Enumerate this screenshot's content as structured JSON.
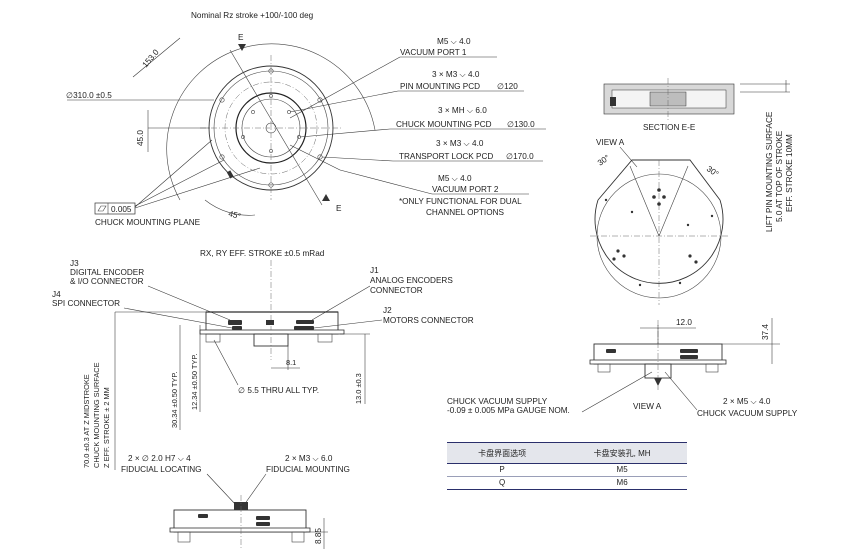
{
  "top_view": {
    "rz_stroke": "Nominal Rz stroke +100/-100 deg",
    "dim_153": "153.0",
    "dim_45": "45.0",
    "dim_310": "∅310.0 ±0.5",
    "angle_45": "45°",
    "flatness_value": "0.005",
    "chuck_plane": "CHUCK MOUNTING PLANE",
    "section_e_top": "E",
    "section_e_bottom": "E",
    "vp1_size": "M5 ⌵ 4.0",
    "vp1_label": "VACUUM PORT 1",
    "pin_size": "3 × M3 ⌵ 4.0",
    "pin_label": "PIN MOUNTING PCD",
    "pin_value": "∅120",
    "chuck_size": "3 × MH ⌵ 6.0",
    "chuck_label": "CHUCK MOUNTING PCD",
    "chuck_value": "∅130.0",
    "lock_size": "3 × M3 ⌵ 4.0",
    "lock_label": "TRANSPORT LOCK PCD",
    "lock_value": "∅170.0",
    "vp2_size": "M5 ⌵ 4.0",
    "vp2_label": "VACUUM PORT 2",
    "vp2_note1": "*ONLY FUNCTIONAL FOR DUAL",
    "vp2_note2": "CHANNEL OPTIONS"
  },
  "section_view": {
    "label": "SECTION E-E"
  },
  "view_a": {
    "label": "VIEW A",
    "angle_left": "30°",
    "angle_right": "30°",
    "lift_line1": "LIFT PIN MOUNTING SURFACE",
    "lift_line2": "5.0 AT TOP OF STROKE",
    "lift_line3": "EFF. STROKE 10MM"
  },
  "side_view": {
    "rxry": "RX, RY EFF. STROKE  ±0.5 mRad",
    "j3_id": "J3",
    "j3_line1": "DIGITAL ENCODER",
    "j3_line2": "& I/O CONNECTOR",
    "j4_id": "J4",
    "j4_label": "SPI CONNECTOR",
    "j1_id": "J1",
    "j1_line1": "ANALOG ENCODERS",
    "j1_line2": "CONNECTOR",
    "j2_id": "J2",
    "j2_label": "MOTORS CONNECTOR",
    "midstroke_line1": "70.0 ±0.3 AT Z MIDSTROKE",
    "midstroke_line2": "CHUCK MOUNTING SURFACE",
    "midstroke_line3": "Z EFF. STROKE ± 2 MM",
    "dim_30_34": "30.34 ±0.50 TYP.",
    "dim_12_34": "12.34 ±0.50 TYP.",
    "dim_8_1": "8.1",
    "dim_13": "13.0 ±0.3",
    "thru_hole": "∅ 5.5 THRU ALL TYP."
  },
  "right_side_view": {
    "dim_12": "12.0",
    "dim_37_4": "37.4",
    "supply_line1": "CHUCK VACUUM SUPPLY",
    "supply_line2": "-0.09 ± 0.005 MPa GAUGE NOM.",
    "view_a": "VIEW A",
    "port_size": "2 × M5 ⌵ 4.0",
    "port_label": "CHUCK VACUUM SUPPLY"
  },
  "bottom_view": {
    "fid_loc_size": "2 × ∅ 2.0 H7 ⌵ 4",
    "fid_loc_label": "FIDUCIAL LOCATING",
    "fid_mnt_size": "2 × M3 ⌵ 6.0",
    "fid_mnt_label": "FIDUCIAL MOUNTING",
    "dim_8_85": "8.85"
  },
  "option_table": {
    "headers": [
      "卡盘界面选项",
      "卡盘安装孔, MH"
    ],
    "rows": [
      [
        "P",
        "M5"
      ],
      [
        "Q",
        "M6"
      ]
    ]
  }
}
